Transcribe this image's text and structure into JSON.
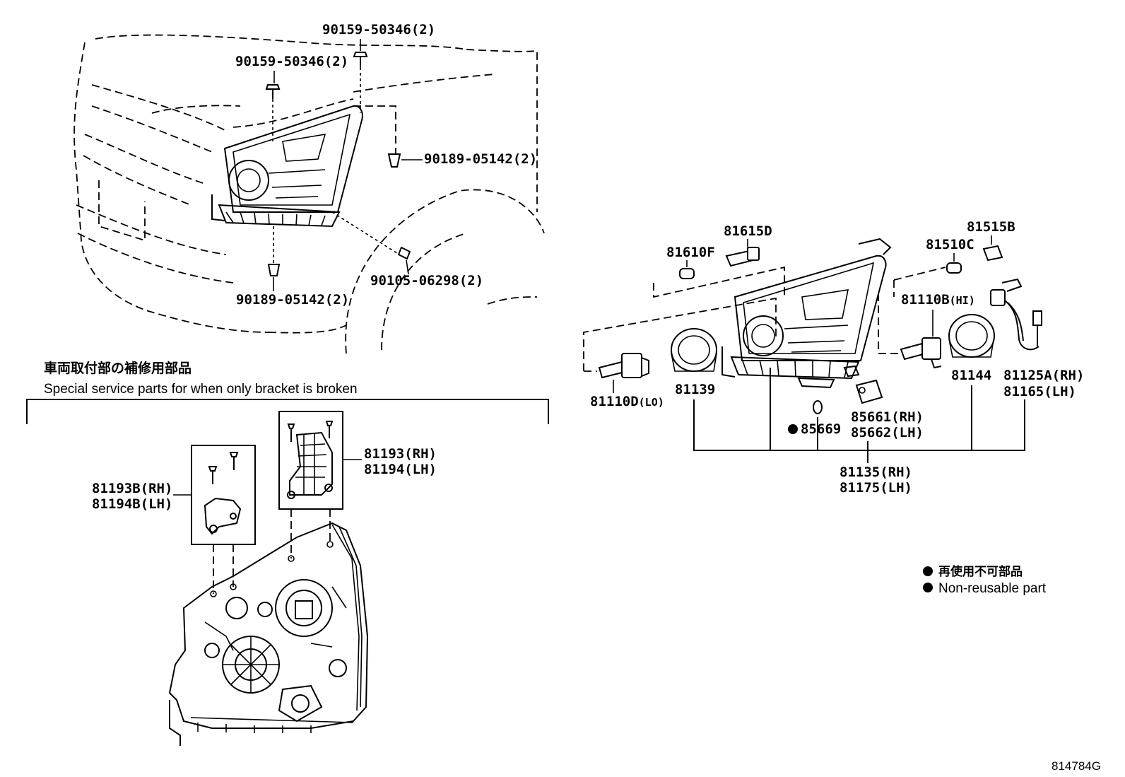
{
  "figure_code": "814784G",
  "special_section": {
    "title_ja": "車両取付部の補修用部品",
    "title_en": "Special service parts for when only bracket is broken"
  },
  "legend": {
    "non_reusable_ja": "再使用不可部品",
    "non_reusable_en": "Non-reusable part"
  },
  "vehicle_labels": {
    "bolt_top": "90159-50346(2)",
    "bolt_left": "90159-50346(2)",
    "clip_right": "90189-05142(2)",
    "clip_bottom": "90189-05142(2)",
    "screw_fender": "90105-06298(2)"
  },
  "bracket_labels": {
    "upper_rh": "81193(RH)",
    "upper_lh": "81194(LH)",
    "lower_rh": "81193B(RH)",
    "lower_lh": "81194B(LH)"
  },
  "assembly_labels": {
    "p81610F": "81610F",
    "p81615D": "81615D",
    "p81515B": "81515B",
    "p81510C": "81510C",
    "p81110B": "81110B",
    "p81110B_suffix": "(HI)",
    "p81110D": "81110D",
    "p81110D_suffix": "(LO)",
    "p81139": "81139",
    "p81144": "81144",
    "p81125A": "81125A(RH)",
    "p81165": "81165(LH)",
    "p85669": "85669",
    "p85661": "85661(RH)",
    "p85662": "85662(LH)",
    "p81135": "81135(RH)",
    "p81175": "81175(LH)"
  }
}
